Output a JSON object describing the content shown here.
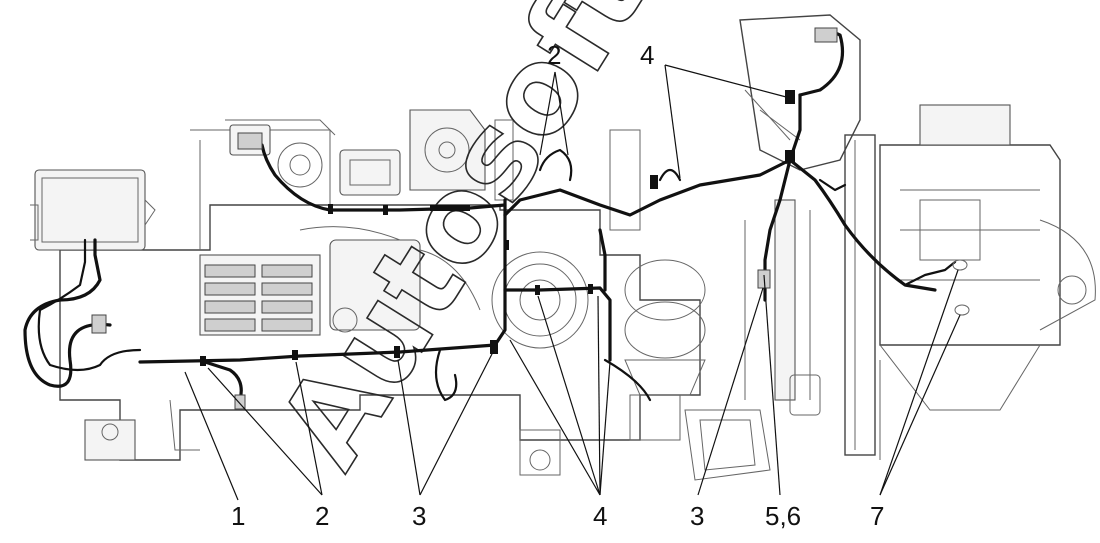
{
  "figure": {
    "watermark": "Autosoft",
    "callouts": [
      "1",
      "2",
      "2",
      "3",
      "3",
      "4",
      "4",
      "5,6",
      "7"
    ]
  }
}
